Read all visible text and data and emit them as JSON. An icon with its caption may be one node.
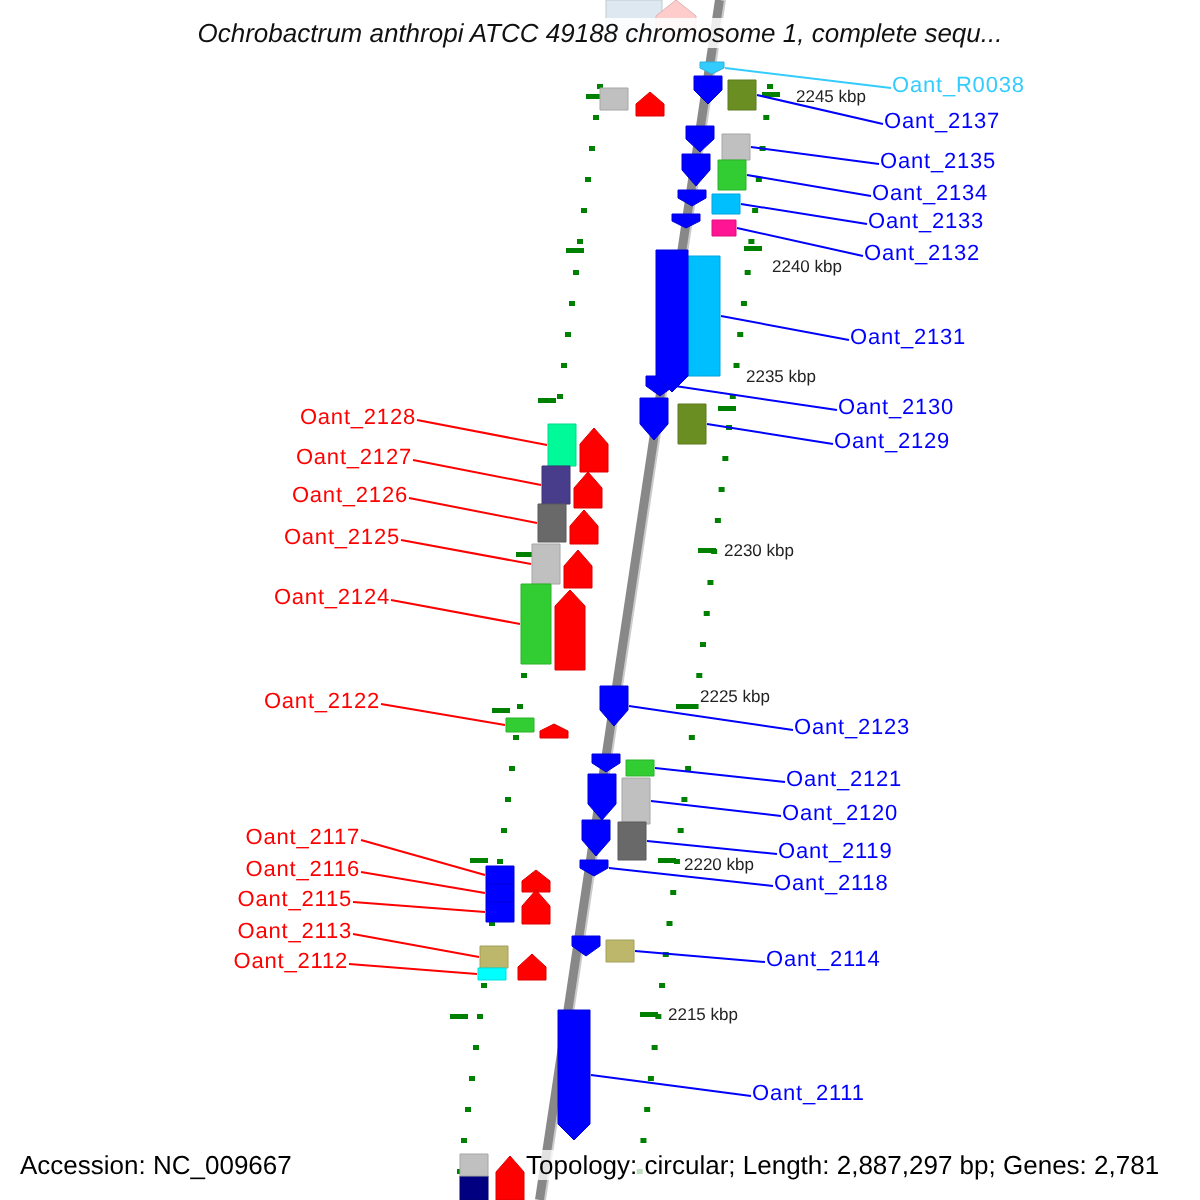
{
  "diagram": {
    "title": "Ochrobactrum anthropi ATCC 49188 chromosome 1, complete sequ...",
    "nodes": [
      {
        "text": [
          "Oant_R0038"
        ]
      },
      {
        "text": [
          "Oant_2137"
        ]
      },
      {
        "text": [
          "Oant_2135"
        ]
      },
      {
        "text": [
          "Oant_2134"
        ]
      },
      {
        "text": [
          "Oant_2133"
        ]
      },
      {
        "text": [
          "Oant_2132"
        ]
      },
      {
        "text": [
          "Oant_2131"
        ]
      },
      {
        "text": [
          "Oant_2130"
        ]
      },
      {
        "text": [
          "Oant_2129"
        ]
      },
      {
        "text": [
          "Oant_2128"
        ]
      },
      {
        "text": [
          "Oant_2127"
        ]
      },
      {
        "text": [
          "Oant_2126"
        ]
      },
      {
        "text": [
          "Oant_2125"
        ]
      },
      {
        "text": [
          "Oant_2124"
        ]
      },
      {
        "text": [
          "Oant_2122"
        ]
      },
      {
        "text": [
          "Oant_2123"
        ]
      },
      {
        "text": [
          "Oant_2121"
        ]
      },
      {
        "text": [
          "Oant_2120"
        ]
      },
      {
        "text": [
          "Oant_2117"
        ]
      },
      {
        "text": [
          "Oant_2119"
        ]
      },
      {
        "text": [
          "Oant_2116"
        ]
      },
      {
        "text": [
          "Oant_2118"
        ]
      },
      {
        "text": [
          "Oant_2115"
        ]
      },
      {
        "text": [
          "Oant_2113"
        ]
      },
      {
        "text": [
          "Oant_2114"
        ]
      },
      {
        "text": [
          "Oant_2112"
        ]
      },
      {
        "text": [
          "Oant_2111"
        ]
      },
      {
        "text": [],
        "shape": "bar"
      },
      {
        "text": [],
        "shape": "bar"
      },
      {
        "text": [],
        "shape": "bar"
      },
      {
        "text": [],
        "shape": "bar"
      },
      {
        "text": [],
        "shape": "bar"
      },
      {
        "text": [],
        "shape": "bar"
      },
      {
        "text": [],
        "shape": "bar"
      },
      {
        "text": [],
        "shape": "bar"
      },
      {
        "text": [],
        "shape": "bar"
      },
      {
        "text": [],
        "shape": "bar"
      },
      {
        "text": [],
        "shape": "bar"
      },
      {
        "text": [],
        "shape": "bar"
      },
      {
        "text": [],
        "shape": "bar"
      },
      {
        "text": [],
        "shape": "bar"
      },
      {
        "text": [],
        "shape": "bar"
      },
      {
        "text": [],
        "shape": "bar"
      },
      {
        "text": [],
        "shape": "bar"
      },
      {
        "text": [],
        "shape": "bar"
      },
      {
        "text": [],
        "shape": "bar"
      },
      {
        "text": [],
        "shape": "bar"
      },
      {
        "text": [],
        "shape": "bar"
      },
      {
        "text": [],
        "shape": "bar"
      },
      {
        "text": [],
        "shape": "bar"
      },
      {
        "text": [],
        "shape": "bar"
      },
      {
        "text": [],
        "shape": "bar"
      },
      {
        "text": [],
        "shape": "bar"
      },
      {
        "text": [],
        "shape": "bar"
      },
      {
        "text": [],
        "shape": "bar"
      },
      {
        "text": [],
        "shape": "bar"
      },
      {
        "text": [],
        "shape": "bar"
      },
      {
        "text": [],
        "shape": "bar"
      },
      {
        "text": [],
        "shape": "bar"
      },
      {
        "text": [],
        "shape": "bar"
      },
      {
        "text": [],
        "shape": "bar"
      },
      {
        "text": [],
        "shape": "bar"
      },
      {
        "text": [],
        "shape": "bar"
      },
      {
        "text": [],
        "shape": "bar"
      },
      {
        "text": [],
        "shape": "bar"
      },
      {
        "text": [],
        "shape": "bar"
      },
      {
        "text": [],
        "shape": "bar"
      },
      {
        "text": [],
        "shape": "bar"
      },
      {
        "text": [],
        "shape": "bar"
      },
      {
        "text": [],
        "shape": "bar"
      },
      {
        "text": [],
        "shape": "bar"
      },
      {
        "text": [],
        "shape": "bar"
      },
      {
        "text": [],
        "shape": "bar"
      },
      {
        "text": [],
        "shape": "bar"
      },
      {
        "text": [],
        "shape": "bar"
      },
      {
        "text": [],
        "shape": "bar"
      },
      {
        "text": [],
        "shape": "bar"
      },
      {
        "text": [],
        "shape": "bar"
      },
      {
        "text": [],
        "shape": "bar"
      },
      {
        "text": [],
        "shape": "bar"
      },
      {
        "text": [],
        "shape": "bar"
      }
    ],
    "edges": [
      {
        "from": 0,
        "to": 27,
        "arrow": "none",
        "color": "#33ccff"
      },
      {
        "from": 1,
        "to": 28,
        "arrow": "none"
      },
      {
        "from": 2,
        "to": 29,
        "arrow": "none"
      },
      {
        "from": 3,
        "to": 30,
        "arrow": "none"
      },
      {
        "from": 4,
        "to": 31,
        "arrow": "none"
      },
      {
        "from": 5,
        "to": 32,
        "arrow": "none"
      },
      {
        "from": 6,
        "to": 33,
        "arrow": "none"
      },
      {
        "from": 7,
        "to": 34,
        "arrow": "none"
      },
      {
        "from": 8,
        "to": 35,
        "arrow": "none"
      },
      {
        "from": 9,
        "to": 36,
        "arrow": "none",
        "color": "#ff0000"
      },
      {
        "from": 10,
        "to": 37,
        "arrow": "none",
        "color": "#ff0000"
      },
      {
        "from": 11,
        "to": 38,
        "arrow": "none",
        "color": "#ff0000"
      },
      {
        "from": 12,
        "to": 39,
        "arrow": "none",
        "color": "#ff0000"
      },
      {
        "from": 13,
        "to": 40,
        "arrow": "none",
        "color": "#ff0000"
      },
      {
        "from": 14,
        "to": 42,
        "arrow": "none",
        "color": "#ff0000"
      },
      {
        "from": 15,
        "to": 41,
        "arrow": "none"
      },
      {
        "from": 16,
        "to": 43,
        "arrow": "none"
      },
      {
        "from": 17,
        "to": 44,
        "arrow": "none"
      },
      {
        "from": 18,
        "to": 47,
        "arrow": "none",
        "color": "#ff0000"
      },
      {
        "from": 19,
        "to": 45,
        "arrow": "none"
      },
      {
        "from": 20,
        "to": 48,
        "arrow": "none",
        "color": "#ff0000"
      },
      {
        "from": 21,
        "to": 46,
        "arrow": "none"
      },
      {
        "from": 22,
        "to": 49,
        "arrow": "none",
        "color": "#ff0000"
      },
      {
        "from": 23,
        "to": 51,
        "arrow": "none",
        "color": "#ff0000"
      },
      {
        "from": 24,
        "to": 50,
        "arrow": "none"
      },
      {
        "from": 25,
        "to": 52,
        "arrow": "none",
        "color": "#ff0000"
      },
      {
        "from": 26,
        "to": 53,
        "arrow": "none"
      }
    ],
    "labels": [
      "2245 kbp",
      "2240 kbp",
      "2235 kbp",
      "2230 kbp",
      "2225 kbp",
      "2220 kbp",
      "2215 kbp",
      "Accession: NC_009667",
      "Topology: circular; Length: 2,887,297 bp; Genes: 2,781"
    ]
  }
}
